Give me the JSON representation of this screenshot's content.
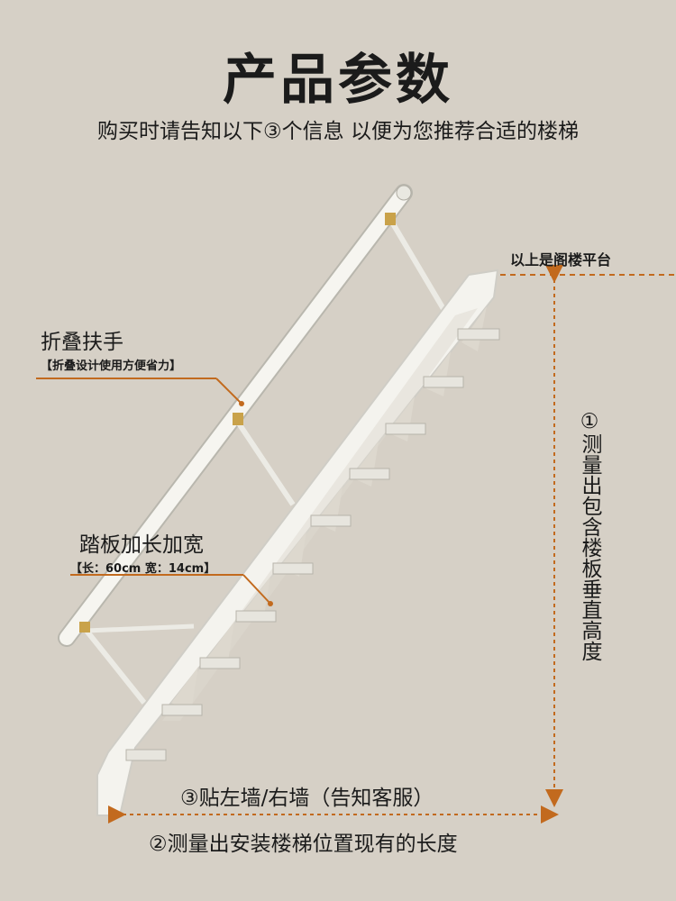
{
  "header": {
    "title": "产品参数",
    "subtitle": "购买时请告知以下③个信息  以便为您推荐合适的楼梯"
  },
  "callouts": {
    "handrail": {
      "title": "折叠扶手",
      "note": "【折叠设计使用方便省力】"
    },
    "pedal": {
      "title": "踏板加长加宽",
      "note": "【长：60cm  宽：14cm】"
    },
    "platform": "以上是阁楼平台",
    "height": "①测量出包含楼板垂直高度",
    "wall": "③贴左墙/右墙（告知客服）",
    "length": "②测量出安装楼梯位置现有的长度"
  },
  "colors": {
    "background": "#d6d0c6",
    "accent": "#c26a1e",
    "stair": "#f4f3ee",
    "text": "#1b1b1b"
  }
}
